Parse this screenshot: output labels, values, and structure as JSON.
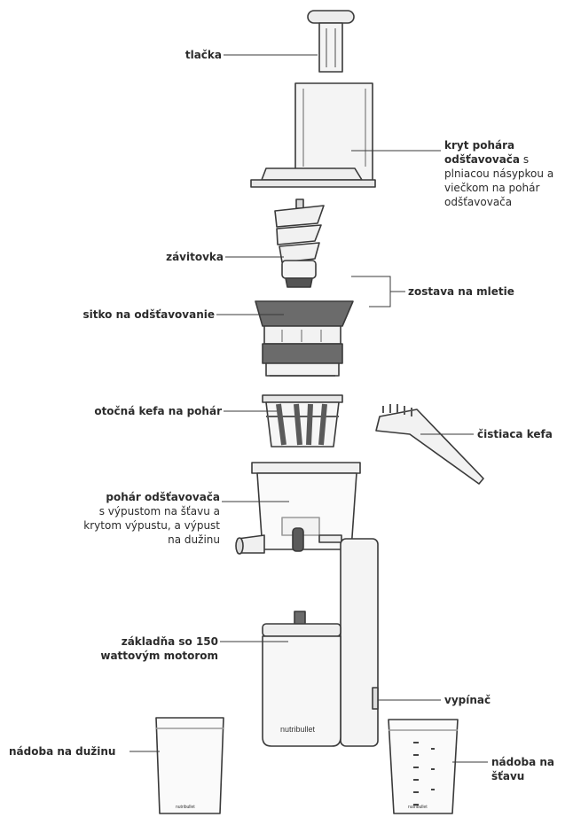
{
  "labels": {
    "plunger": "tlačka",
    "lid_bold": "kryt pohára odšťavovača",
    "lid_rest": " s plniacou násypkou a viečkom na pohár odšťavovača",
    "auger": "závitovka",
    "assembly": "zostava na mletie",
    "strainer": "sitko na odšťavovanie",
    "brush_basket": "otočná kefa na pohár",
    "cleaning_brush": "čistiaca kefa",
    "bowl_bold": "pohár odšťavovača",
    "bowl_rest": "s výpustom na šťavu a krytom výpustu, a výpust na dužinu",
    "base": "základňa so 150 wattovým motorom",
    "switch": "vypínač",
    "pulp_container": "nádoba na dužinu",
    "juice_container": "nádoba na šťavu"
  },
  "brand": "nutribullet",
  "colors": {
    "outline": "#3a3a3a",
    "dark_fill": "#6b6b6b",
    "light_fill": "#f4f4f4",
    "text": "#2b2b2b"
  }
}
